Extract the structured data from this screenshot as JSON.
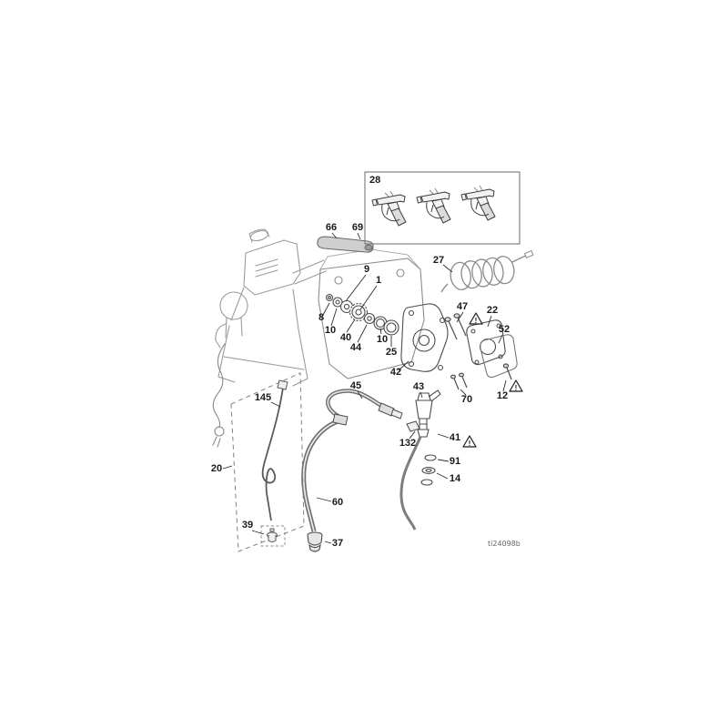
{
  "figure": {
    "code": "ti24098b"
  },
  "icons": {
    "warning_mark": "!"
  },
  "inset": {
    "label": "28"
  },
  "callouts": {
    "c66": "66",
    "c69": "69",
    "c27": "27",
    "c9": "9",
    "c1": "1",
    "c8": "8",
    "c10a": "10",
    "c40": "40",
    "c44": "44",
    "c10b": "10",
    "c25": "25",
    "c42": "42",
    "c43": "43",
    "c47": "47",
    "c22": "22",
    "c52": "52",
    "c12": "12",
    "c70": "70",
    "c45": "45",
    "c145": "145",
    "c132": "132",
    "c41": "41",
    "c91": "91",
    "c14": "14",
    "c20": "20",
    "c60": "60",
    "c39": "39",
    "c37": "37"
  }
}
